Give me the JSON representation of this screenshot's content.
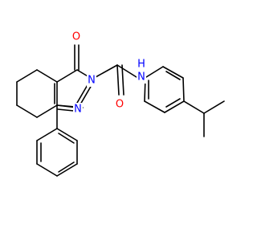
{
  "structure": {
    "atom_labels": {
      "carbonyl_oxygen_ring": "O",
      "ring_nitrogen_2": "N",
      "ring_nitrogen_3": "N",
      "amide_nitrogen": "N",
      "amide_hydrogen": "H",
      "amide_oxygen": "O"
    },
    "colors": {
      "bond": "#000000",
      "oxygen": "#ff0000",
      "nitrogen": "#0000ff"
    }
  }
}
